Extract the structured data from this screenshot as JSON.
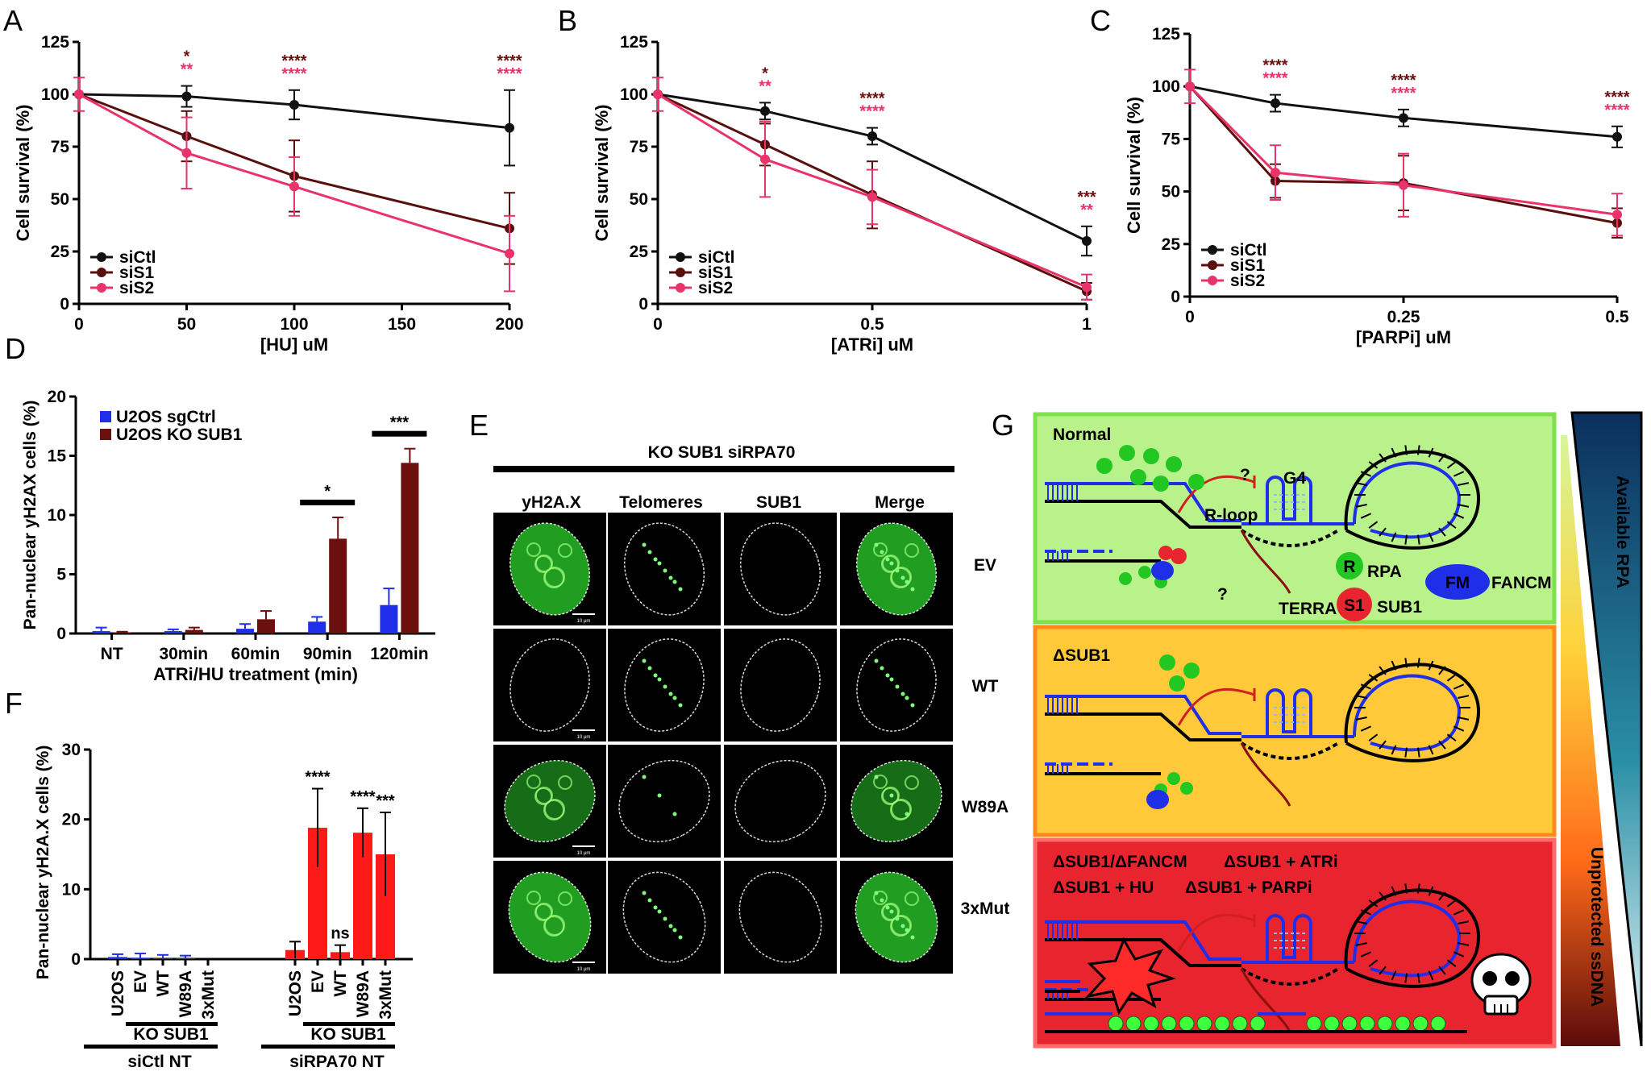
{
  "panels": {
    "A": "A",
    "B": "B",
    "C": "C",
    "D": "D",
    "E": "E",
    "F": "F",
    "G": "G"
  },
  "colors": {
    "siCtl": "#111111",
    "siS1": "#5a0f0f",
    "siS2": "#e8336b",
    "sgCtrl": "#1f2ee8",
    "koSub1": "#6b0f0f",
    "bar_red": "#ff1a1a",
    "sig_dark": "#6b0f0f",
    "sig_pink": "#e8336b",
    "green_box": "#b9f28a",
    "orange_box": "#ffc93a",
    "red_box": "#e8252f"
  },
  "chart_data": [
    {
      "id": "A",
      "type": "line",
      "xlabel": "[HU] uM",
      "ylabel": "Cell survival (%)",
      "xlim": [
        0,
        200
      ],
      "ylim": [
        0,
        125
      ],
      "xticks": [
        0,
        50,
        100,
        150,
        200
      ],
      "yticks": [
        0,
        25,
        50,
        75,
        100,
        125
      ],
      "series": [
        {
          "name": "siCtl",
          "color": "#111111",
          "x": [
            0,
            50,
            100,
            200
          ],
          "y": [
            100,
            99,
            95,
            84
          ],
          "err": [
            0,
            5,
            7,
            18
          ]
        },
        {
          "name": "siS1",
          "color": "#5a0f0f",
          "x": [
            0,
            50,
            100,
            200
          ],
          "y": [
            100,
            80,
            61,
            36
          ],
          "err": [
            0,
            12,
            17,
            17
          ]
        },
        {
          "name": "siS2",
          "color": "#e8336b",
          "x": [
            0,
            50,
            100,
            200
          ],
          "y": [
            100,
            72,
            56,
            24
          ],
          "err": [
            8,
            17,
            14,
            18
          ]
        }
      ],
      "sig": [
        {
          "x": 50,
          "top": "*",
          "bottom": "**"
        },
        {
          "x": 100,
          "top": "****",
          "bottom": "****"
        },
        {
          "x": 200,
          "top": "****",
          "bottom": "****"
        }
      ]
    },
    {
      "id": "B",
      "type": "line",
      "xlabel": "[ATRi] uM",
      "ylabel": "Cell survival (%)",
      "xlim": [
        0,
        1
      ],
      "ylim": [
        0,
        125
      ],
      "xticks": [
        0,
        0.5,
        1
      ],
      "xticklabels": [
        "0",
        "0.5",
        "1"
      ],
      "yticks": [
        0,
        25,
        50,
        75,
        100,
        125
      ],
      "series": [
        {
          "name": "siCtl",
          "color": "#111111",
          "x": [
            0,
            0.25,
            0.5,
            1
          ],
          "y": [
            100,
            92,
            80,
            30
          ],
          "err": [
            0,
            4,
            4,
            7
          ]
        },
        {
          "name": "siS1",
          "color": "#5a0f0f",
          "x": [
            0,
            0.25,
            0.5,
            1
          ],
          "y": [
            100,
            76,
            52,
            6
          ],
          "err": [
            0,
            10,
            16,
            4
          ]
        },
        {
          "name": "siS2",
          "color": "#e8336b",
          "x": [
            0,
            0.25,
            0.5,
            1
          ],
          "y": [
            100,
            69,
            51,
            8
          ],
          "err": [
            8,
            18,
            13,
            6
          ]
        }
      ],
      "sig": [
        {
          "x": 0.25,
          "top": "*",
          "bottom": "**"
        },
        {
          "x": 0.5,
          "top": "****",
          "bottom": "****"
        },
        {
          "x": 1,
          "top": "***",
          "bottom": "**"
        }
      ]
    },
    {
      "id": "C",
      "type": "line",
      "xlabel": "[PARPi] uM",
      "ylabel": "Cell survival (%)",
      "xlim": [
        0,
        0.5
      ],
      "ylim": [
        0,
        125
      ],
      "xticks": [
        0,
        0.25,
        0.5
      ],
      "xticklabels": [
        "0",
        "0.25",
        "0.5"
      ],
      "yticks": [
        0,
        25,
        50,
        75,
        100,
        125
      ],
      "series": [
        {
          "name": "siCtl",
          "color": "#111111",
          "x": [
            0,
            0.1,
            0.25,
            0.5
          ],
          "y": [
            100,
            92,
            85,
            76
          ],
          "err": [
            0,
            4,
            4,
            5
          ]
        },
        {
          "name": "siS1",
          "color": "#5a0f0f",
          "x": [
            0,
            0.1,
            0.25,
            0.5
          ],
          "y": [
            100,
            55,
            54,
            35
          ],
          "err": [
            0,
            8,
            13,
            7
          ]
        },
        {
          "name": "siS2",
          "color": "#e8336b",
          "x": [
            0,
            0.1,
            0.25,
            0.5
          ],
          "y": [
            100,
            59,
            53,
            39
          ],
          "err": [
            8,
            13,
            15,
            10
          ]
        }
      ],
      "sig": [
        {
          "x": 0.1,
          "top": "****",
          "bottom": "****"
        },
        {
          "x": 0.25,
          "top": "****",
          "bottom": "****"
        },
        {
          "x": 0.5,
          "top": "****",
          "bottom": "****"
        }
      ]
    },
    {
      "id": "D",
      "type": "bar",
      "xlabel": "ATRi/HU treatment (min)",
      "ylabel": "Pan-nuclear yH2AX cells (%)",
      "ylim": [
        0,
        20
      ],
      "yticks": [
        0,
        5,
        10,
        15,
        20
      ],
      "categories": [
        "NT",
        "30min",
        "60min",
        "90min",
        "120min"
      ],
      "series": [
        {
          "name": "U2OS sgCtrl",
          "color": "#1f2ee8",
          "values": [
            0.2,
            0.2,
            0.4,
            1.0,
            2.4
          ],
          "err": [
            0.3,
            0.15,
            0.4,
            0.4,
            1.4
          ]
        },
        {
          "name": "U2OS KO SUB1",
          "color": "#6b0f0f",
          "values": [
            0.1,
            0.3,
            1.2,
            8.0,
            14.4
          ],
          "err": [
            0.05,
            0.2,
            0.7,
            1.8,
            1.2
          ]
        }
      ],
      "sig": [
        {
          "category": "90min",
          "label": "*"
        },
        {
          "category": "120min",
          "label": "***"
        }
      ]
    },
    {
      "id": "F",
      "type": "bar",
      "xlabel": "",
      "ylabel": "Pan-nuclear yH2A.X cells (%)",
      "ylim": [
        0,
        30
      ],
      "yticks": [
        0,
        10,
        20,
        30
      ],
      "categories": [
        "U2OS",
        "EV",
        "WT",
        "W89A",
        "3xMut",
        "U2OS",
        "EV",
        "WT",
        "W89A",
        "3xMut"
      ],
      "values": [
        0.3,
        0.2,
        0.1,
        0.1,
        0,
        1.3,
        18.8,
        1.0,
        18.1,
        15.0
      ],
      "err": [
        0.4,
        0.6,
        0.5,
        0.4,
        0,
        1.2,
        5.6,
        1.0,
        3.5,
        6.0
      ],
      "bar_colors": [
        "#1f2ee8",
        "#1f2ee8",
        "#1f2ee8",
        "#1f2ee8",
        "#1f2ee8",
        "#ff1a1a",
        "#ff1a1a",
        "#ff1a1a",
        "#ff1a1a",
        "#ff1a1a"
      ],
      "sig": [
        "",
        "",
        "",
        "",
        "",
        "",
        "****",
        "ns",
        "****",
        "***"
      ],
      "groups": [
        {
          "line1": "KO SUB1",
          "line2": "siCtl NT"
        },
        {
          "line1": "KO SUB1",
          "line2": "siRPA70 NT"
        }
      ]
    }
  ],
  "panelE": {
    "header": "KO SUB1 siRPA70",
    "columns": [
      "yH2A.X",
      "Telomeres",
      "SUB1",
      "Merge"
    ],
    "rows": [
      "EV",
      "WT",
      "W89A",
      "3xMut"
    ],
    "scalebar": "10 μm"
  },
  "panelG": {
    "box1_title": "Normal",
    "box2_title": "ΔSUB1",
    "box3_lines": [
      "ΔSUB1/ΔFANCM",
      "ΔSUB1 + ATRi",
      "ΔSUB1 + HU",
      "ΔSUB1 + PARPi"
    ],
    "g4": "G4",
    "rloop": "R-loop",
    "terra": "TERRA",
    "q": "?",
    "legend_R": "R",
    "legend_RPA": "RPA",
    "legend_S1": "S1",
    "legend_SUB1": "SUB1",
    "legend_FM": "FM",
    "legend_FANCM": "FANCM",
    "available": "Available RPA",
    "unprotected": "Unprotected ssDNA"
  }
}
